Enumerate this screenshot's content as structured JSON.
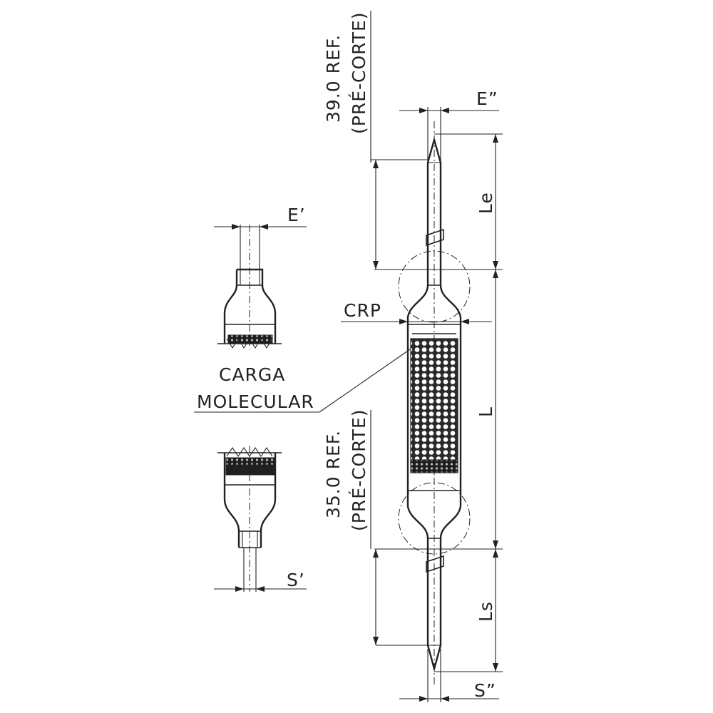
{
  "labels": {
    "e_double": "E”",
    "e_single": "E’",
    "s_double": "S”",
    "s_single": "S’",
    "le": "Le",
    "l": "L",
    "ls": "Ls",
    "crp": "CRP",
    "carga": "CARGA",
    "molecular": "MOLECULAR",
    "ref_top_line1": "39.0 REF.",
    "ref_top_line2": "(PRÉ-CORTE)",
    "ref_bottom_line1": "35.0 REF.",
    "ref_bottom_line2": "(PRÉ-CORTE)"
  }
}
